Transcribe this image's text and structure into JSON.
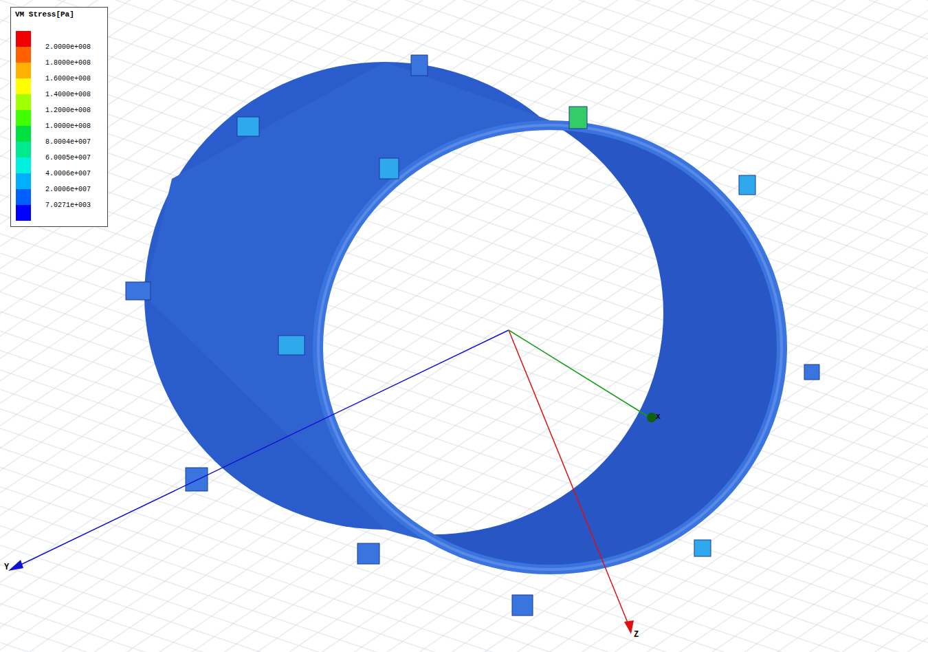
{
  "diagram": {
    "labels": [
      "VM Stress[Pa]",
      "Y",
      "Z",
      "X"
    ],
    "legend": [
      {
        "text": "2.0000e+008",
        "color": "#f00000"
      },
      {
        "text": "1.8000e+008",
        "color": "#ff6000"
      },
      {
        "text": "1.6000e+008",
        "color": "#ffb000"
      },
      {
        "text": "1.4000e+008",
        "color": "#ffff00"
      },
      {
        "text": "1.2000e+008",
        "color": "#a0ff00"
      },
      {
        "text": "1.0000e+008",
        "color": "#40ff00"
      },
      {
        "text": "8.0004e+007",
        "color": "#00e040"
      },
      {
        "text": "6.0005e+007",
        "color": "#00e890"
      },
      {
        "text": "4.0006e+007",
        "color": "#00f0e0"
      },
      {
        "text": "2.0006e+007",
        "color": "#00b0ff"
      },
      {
        "text": "7.0271e+003",
        "color": "#0060ff"
      }
    ]
  }
}
